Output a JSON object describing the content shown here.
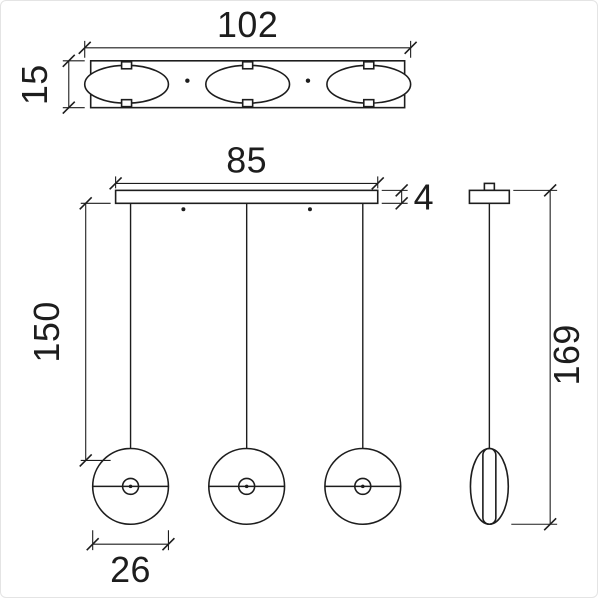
{
  "drawing": {
    "type": "pendant-lamp-dimension-diagram",
    "views": [
      "top-view",
      "front-view",
      "side-view"
    ]
  },
  "dimensions": {
    "overall_width": "102",
    "fixture_depth": "15",
    "canopy_width": "85",
    "canopy_thickness": "4",
    "suspension_length": "150",
    "shade_diameter": "26",
    "overall_height": "169"
  },
  "colors": {
    "line": "#1d1d1d",
    "background": "#ffffff"
  }
}
